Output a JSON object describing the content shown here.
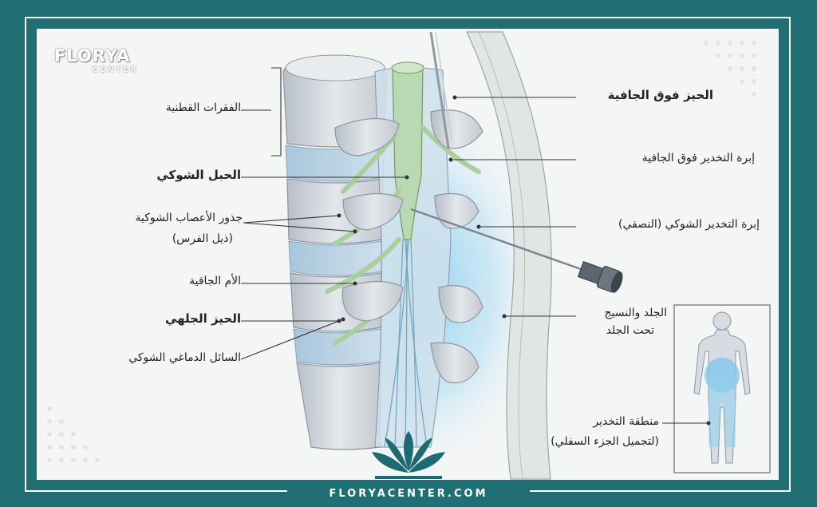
{
  "brand": {
    "logo_main": "FLORYA",
    "logo_sub": "CENTER",
    "website": "FLORYACENTER.COM",
    "colors": {
      "frame": "#1f6f74",
      "accent": "#1b6b70",
      "csf_blue": "#9ed7f0",
      "bone": "#d8dde3"
    }
  },
  "labels": {
    "lumbar_vertebrae": "الفقرات القطنية",
    "spinal_cord": "الحبل الشوكي",
    "nerve_roots_1": "جذور الأعصاب الشوكية",
    "nerve_roots_2": "(ذيل الفرس)",
    "dura_mater": "الأم الجافية",
    "subarachnoid_space": "الحيز الجلهي",
    "csf": "السائل الدماغي الشوكي",
    "epidural_space": "الحيز فوق الجافية",
    "epidural_needle": "إبرة التخدير فوق الجافية",
    "spinal_needle": "إبرة التخدير الشوكي (النصفي)",
    "skin_1": "الجلد والنسيج",
    "skin_2": "تحت الجلد",
    "area_1": "منطقة التخدير",
    "area_2": "(لتجميل الجزء السفلي)"
  }
}
